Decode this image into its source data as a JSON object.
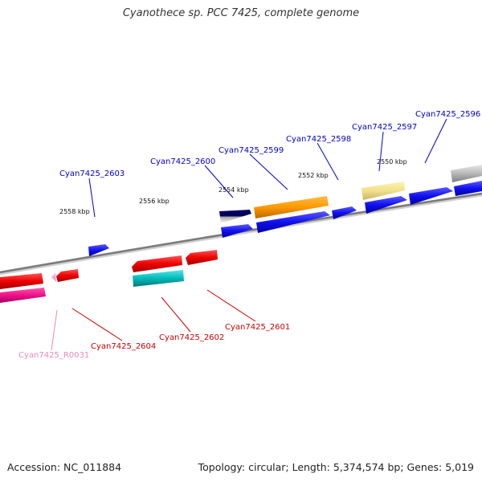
{
  "title": "Cyanothece sp. PCC 7425, complete genome",
  "footer": {
    "accession": "Accession: NC_011884",
    "topology": "Topology: circular; Length: 5,374,574 bp; Genes: 5,019"
  },
  "colors": {
    "blue_label": "#0000cc",
    "red_label": "#cc0000",
    "pink_label": "#ee88bb",
    "backbone": "#808080",
    "tick": "#007700"
  },
  "scale_labels": [
    "2558 kbp",
    "2556 kbp",
    "2554 kbp",
    "2552 kbp",
    "2550 kbp"
  ],
  "gene_labels": [
    {
      "text": "Cyan7425_2603",
      "strand": "forward"
    },
    {
      "text": "Cyan7425_2600",
      "strand": "forward"
    },
    {
      "text": "Cyan7425_2599",
      "strand": "forward"
    },
    {
      "text": "Cyan7425_2598",
      "strand": "forward"
    },
    {
      "text": "Cyan7425_2597",
      "strand": "forward"
    },
    {
      "text": "Cyan7425_2596",
      "strand": "forward"
    },
    {
      "text": "Cyan7425_2601",
      "strand": "reverse"
    },
    {
      "text": "Cyan7425_2602",
      "strand": "reverse"
    },
    {
      "text": "Cyan7425_2604",
      "strand": "reverse"
    },
    {
      "text": "Cyan7425_R0031",
      "strand": "rna"
    }
  ],
  "features": [
    {
      "type": "CDS",
      "strand": "forward",
      "color": "blue",
      "locus": "Cyan7425_2603"
    },
    {
      "type": "CDS",
      "strand": "forward",
      "color": "navy",
      "locus": "Cyan7425_2600"
    },
    {
      "type": "CDS",
      "strand": "forward",
      "color": "blue",
      "locus": "Cyan7425_2600"
    },
    {
      "type": "CDS",
      "strand": "forward",
      "color": "orange",
      "locus": "Cyan7425_2599"
    },
    {
      "type": "CDS",
      "strand": "forward",
      "color": "blue",
      "locus": "Cyan7425_2599"
    },
    {
      "type": "CDS",
      "strand": "forward",
      "color": "blue",
      "locus": "Cyan7425_2598"
    },
    {
      "type": "CDS",
      "strand": "forward",
      "color": "khaki",
      "locus": "Cyan7425_2597"
    },
    {
      "type": "CDS",
      "strand": "forward",
      "color": "blue",
      "locus": "Cyan7425_2597"
    },
    {
      "type": "CDS",
      "strand": "forward",
      "color": "blue",
      "locus": "Cyan7425_2596"
    },
    {
      "type": "CDS",
      "strand": "forward",
      "color": "gray",
      "locus": ""
    },
    {
      "type": "CDS",
      "strand": "forward",
      "color": "blue",
      "locus": ""
    },
    {
      "type": "CDS",
      "strand": "reverse",
      "color": "red",
      "locus": "Cyan7425_2601"
    },
    {
      "type": "CDS",
      "strand": "reverse",
      "color": "red",
      "locus": "Cyan7425_2602"
    },
    {
      "type": "CDS",
      "strand": "reverse",
      "color": "teal",
      "locus": "Cyan7425_2602"
    },
    {
      "type": "CDS",
      "strand": "reverse",
      "color": "red",
      "locus": "Cyan7425_2604"
    },
    {
      "type": "RNA",
      "strand": "reverse",
      "color": "pink",
      "locus": "Cyan7425_R0031"
    },
    {
      "type": "CDS",
      "strand": "reverse",
      "color": "red",
      "locus": ""
    },
    {
      "type": "CDS",
      "strand": "reverse",
      "color": "deeppink",
      "locus": ""
    }
  ]
}
